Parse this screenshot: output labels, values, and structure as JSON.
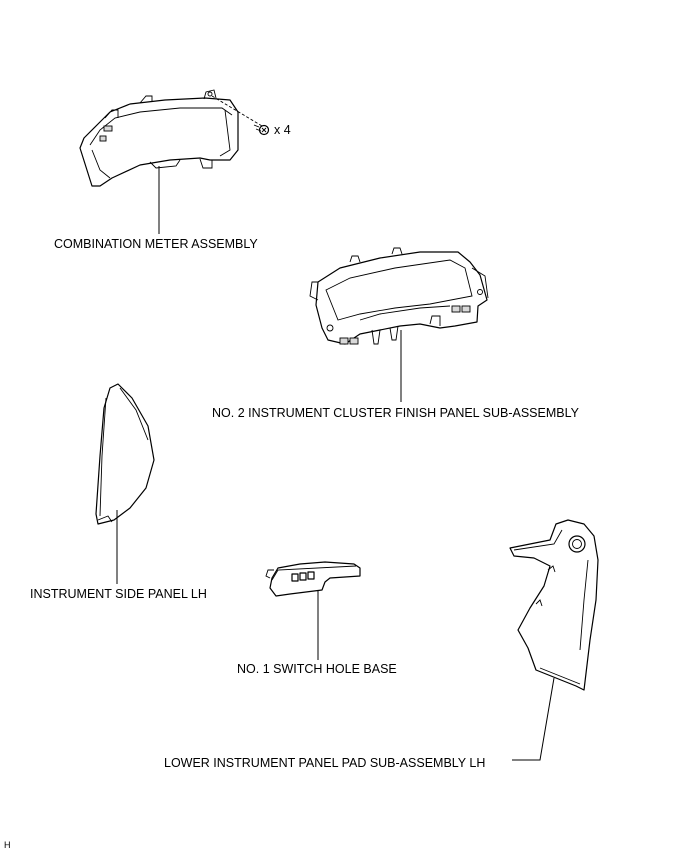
{
  "labels": {
    "combination_meter": "COMBINATION METER ASSEMBLY",
    "screw_qty": "x 4",
    "cluster_finish_panel": "NO. 2 INSTRUMENT CLUSTER FINISH PANEL SUB-ASSEMBLY",
    "side_panel": "INSTRUMENT SIDE PANEL LH",
    "switch_hole_base": "NO. 1 SWITCH HOLE BASE",
    "lower_pad": "LOWER INSTRUMENT PANEL PAD SUB-ASSEMBLY LH"
  },
  "corner_mark": "H"
}
